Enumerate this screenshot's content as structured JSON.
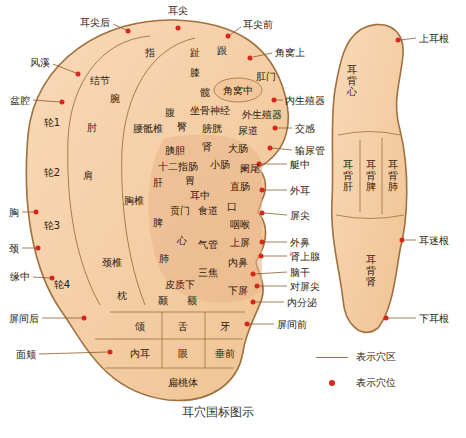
{
  "diagram": {
    "caption": "耳穴国标图示",
    "labels": [
      "耳尖",
      "耳尖后",
      "耳尖前",
      "角窝上",
      "风溪",
      "指",
      "趾",
      "跟",
      "膝",
      "结节",
      "腕",
      "髋",
      "角窝中",
      "肛门",
      "内生殖器",
      "交感",
      "外生殖器",
      "坐骨神经",
      "腹",
      "腰骶椎",
      "臀",
      "膀胱",
      "尿道",
      "输尿管",
      "肘",
      "轮1",
      "盆腔",
      "胰胆",
      "肾",
      "大肠",
      "十二指肠",
      "小肠",
      "艇中",
      "阑尾",
      "外耳",
      "轮2",
      "肩",
      "肝",
      "胃",
      "直肠",
      "耳中",
      "胸椎",
      "贲门",
      "食道",
      "口",
      "胸",
      "轮3",
      "脾",
      "屏尖",
      "咽喉",
      "颈",
      "心",
      "气管",
      "上屏",
      "外鼻",
      "肺",
      "颈椎",
      "肾上腺",
      "内鼻",
      "缘中",
      "轮4",
      "三焦",
      "脑干",
      "皮质下",
      "对屏尖",
      "下屏",
      "内分泌",
      "枕",
      "颞",
      "额",
      "屏间后",
      "屏间前",
      "颌",
      "舌",
      "牙",
      "面颊",
      "内耳",
      "眼",
      "垂前",
      "扁桃体",
      "上耳根",
      "耳背心",
      "耳背肝",
      "耳背脾",
      "耳背肺",
      "耳背肾",
      "耳迷根",
      "下耳根"
    ],
    "legend": [
      {
        "text": "表示穴区"
      },
      {
        "text": "表示穴位",
        "color": "#d9261c"
      }
    ]
  }
}
